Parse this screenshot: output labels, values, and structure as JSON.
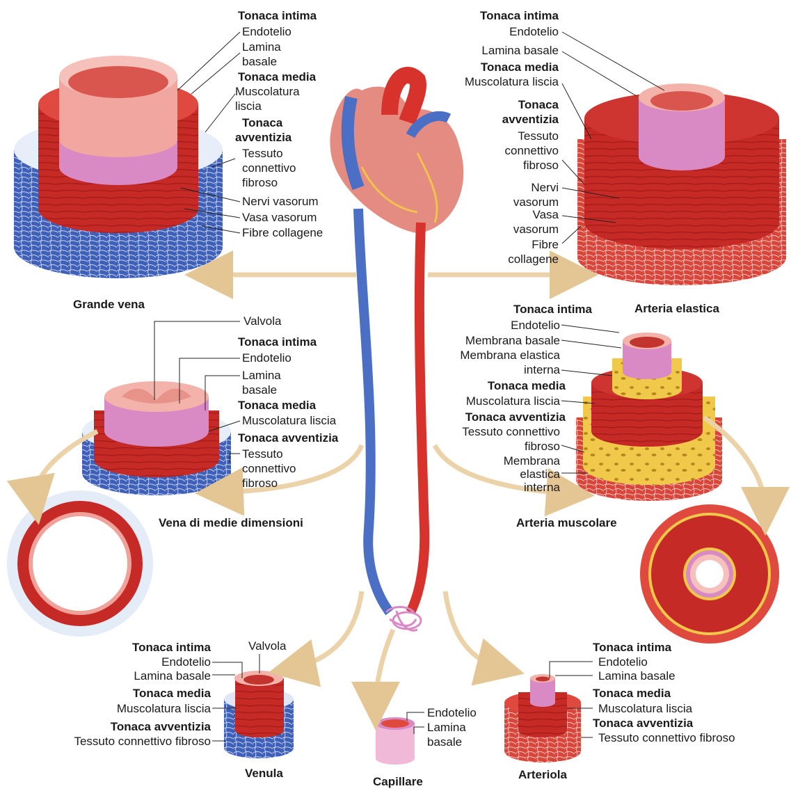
{
  "grande_vena": {
    "caption": "Grande vena",
    "intima_title": "Tonaca intima",
    "intima_1": "Endotelio",
    "intima_2a": "Lamina",
    "intima_2b": "basale",
    "media_title": "Tonaca media",
    "media_1a": "Muscolatura",
    "media_1b": "liscia",
    "avv_title_a": "Tonaca",
    "avv_title_b": "avventizia",
    "avv_1a": "Tessuto",
    "avv_1b": "connettivo",
    "avv_1c": "fibroso",
    "avv_2": "Nervi vasorum",
    "avv_3": "Vasa vasorum",
    "avv_4": "Fibre collagene"
  },
  "arteria_elastica": {
    "caption": "Arteria elastica",
    "intima_title": "Tonaca intima",
    "intima_1": "Endotelio",
    "intima_2": "Lamina basale",
    "media_title": "Tonaca media",
    "media_1": "Muscolatura liscia",
    "avv_title_a": "Tonaca",
    "avv_title_b": "avventizia",
    "avv_1a": "Tessuto",
    "avv_1b": "connettivo",
    "avv_1c": "fibroso",
    "avv_2a": "Nervi",
    "avv_2b": "vasorum",
    "avv_3a": "Vasa",
    "avv_3b": "vasorum",
    "avv_4a": "Fibre",
    "avv_4b": "collagene"
  },
  "vena_medie": {
    "caption": "Vena di medie dimensioni",
    "valvola": "Valvola",
    "intima_title": "Tonaca intima",
    "intima_1": "Endotelio",
    "intima_2a": "Lamina",
    "intima_2b": "basale",
    "media_title": "Tonaca media",
    "media_1": "Muscolatura liscia",
    "avv_title": "Tonaca avventizia",
    "avv_1a": "Tessuto",
    "avv_1b": "connettivo",
    "avv_1c": "fibroso"
  },
  "arteria_muscolare": {
    "caption": "Arteria muscolare",
    "intima_title": "Tonaca intima",
    "intima_1": "Endotelio",
    "intima_2": "Membrana basale",
    "intima_3a": "Membrana elastica",
    "intima_3b": "interna",
    "media_title": "Tonaca media",
    "media_1": "Muscolatura liscia",
    "avv_title": "Tonaca avventizia",
    "avv_1a": "Tessuto connettivo",
    "avv_1b": "fibroso",
    "avv_2a": "Membrana",
    "avv_2b": "elastica",
    "avv_2c": "interna"
  },
  "venula": {
    "caption": "Venula",
    "valvola": "Valvola",
    "intima_title": "Tonaca intima",
    "intima_1": "Endotelio",
    "intima_2": "Lamina basale",
    "media_title": "Tonaca media",
    "media_1": "Muscolatura liscia",
    "avv_title": "Tonaca avventizia",
    "avv_1": "Tessuto connettivo fibroso"
  },
  "capillare": {
    "caption": "Capillare",
    "l1": "Endotelio",
    "l2a": "Lamina",
    "l2b": "basale"
  },
  "arteriola": {
    "caption": "Arteriola",
    "intima_title": "Tonaca intima",
    "intima_1": "Endotelio",
    "intima_2": "Lamina basale",
    "media_title": "Tonaca media",
    "media_1": "Muscolatura liscia",
    "avv_title": "Tonaca avventizia",
    "avv_1": "Tessuto connettivo fibroso"
  },
  "colors": {
    "vein": "#4a6fc4",
    "artery": "#d8322c",
    "muscle": "#c62a26",
    "intima": "#f1a7a0",
    "lamina": "#d98ac4",
    "elastic": "#f1c94a",
    "arrow": "#ecd2a8"
  }
}
